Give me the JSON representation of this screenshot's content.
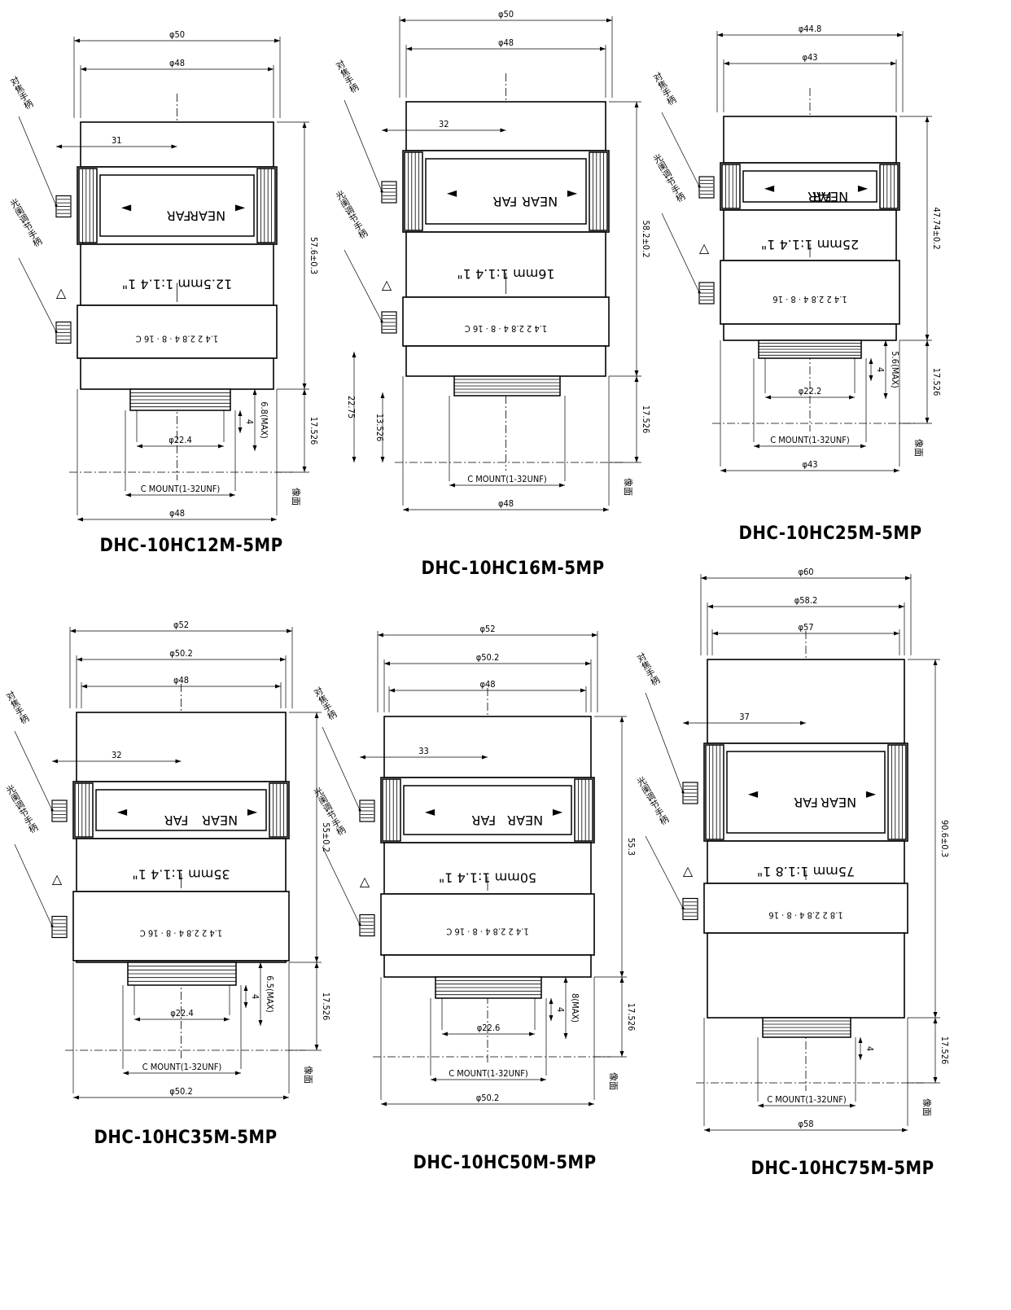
{
  "figure": "Lens outline dimension drawings",
  "common_labels": {
    "focus_handle": "对焦手柄",
    "iris_handle": "光阑调节手柄",
    "image_plane": "像面",
    "near": "NEAR",
    "far": "FAR",
    "mount": "C MOUNT(1-32UNF)",
    "warning": "△"
  },
  "lenses": [
    {
      "model": "DHC-10HC12M-5MP",
      "lens_label": "12.5mm  1:1.4 1\"",
      "iris_scale": "1.4 2 2.8  4 · 8 · 16  C",
      "dims": {
        "d_top": "φ50",
        "d_mid": "φ48",
        "d_bottom": "φ48",
        "knob_offset": "31",
        "length": "57.6±0.3",
        "flange": "17.526",
        "thread_d": "φ22.4",
        "four": "4",
        "max_protrusion": "6.8(MAX)"
      }
    },
    {
      "model": "DHC-10HC16M-5MP",
      "lens_label": "16mm  1:1.4 1\"",
      "iris_scale": "1.4 2 2.8  4 · 8 · 16  C",
      "dims": {
        "d_top": "φ50",
        "d_mid": "φ48",
        "d_bottom": "φ48",
        "knob_offset": "32",
        "length": "58.2±0.2",
        "flange": "17.526",
        "extra1": "22.75",
        "extra2": "13.526"
      }
    },
    {
      "model": "DHC-10HC25M-5MP",
      "lens_label": "25mm  1:1.4 1\"",
      "iris_scale": "1.4   2   2.8   4 · 8 · 16",
      "dims": {
        "d_top": "φ44.8",
        "d_mid": "φ43",
        "d_bottom": "φ43",
        "length": "47.74±0.2",
        "flange": "17.526",
        "thread_d": "φ22.2",
        "four": "4",
        "max_protrusion": "5.6(MAX)"
      }
    },
    {
      "model": "DHC-10HC35M-5MP",
      "lens_label": "35mm  1:1.4 1\"",
      "iris_scale": "1.4   2   2.8   4 · 8 · 16 C",
      "dims": {
        "d_top": "φ52",
        "d_mid": "φ50.2",
        "d_inner": "φ48",
        "d_bottom": "φ50.2",
        "knob_offset": "32",
        "length": "55±0.2",
        "flange": "17.526",
        "thread_d": "φ22.4",
        "four": "4",
        "max_protrusion": "6.5(MAX)"
      }
    },
    {
      "model": "DHC-10HC50M-5MP",
      "lens_label": "50mm  1:1.4 1\"",
      "iris_scale": "1.4  2 2.8  4 · 8 · 16  C",
      "dims": {
        "d_top": "φ52",
        "d_mid": "φ50.2",
        "d_inner": "φ48",
        "d_bottom": "φ50.2",
        "knob_offset": "33",
        "length": "55.3",
        "flange": "17.526",
        "thread_d": "φ22.6",
        "four": "4",
        "max_protrusion": "8(MAX)"
      }
    },
    {
      "model": "DHC-10HC75M-5MP",
      "lens_label": "75mm  1:1.8 1\"",
      "iris_scale": "1.8   2   2.8    4 · 8 · 16",
      "dims": {
        "d_top": "φ60",
        "d_mid": "φ58.2",
        "d_inner": "φ57",
        "d_bottom": "φ58",
        "knob_offset": "37",
        "length": "90.6±0.3",
        "flange": "17.526",
        "four": "4"
      }
    }
  ]
}
